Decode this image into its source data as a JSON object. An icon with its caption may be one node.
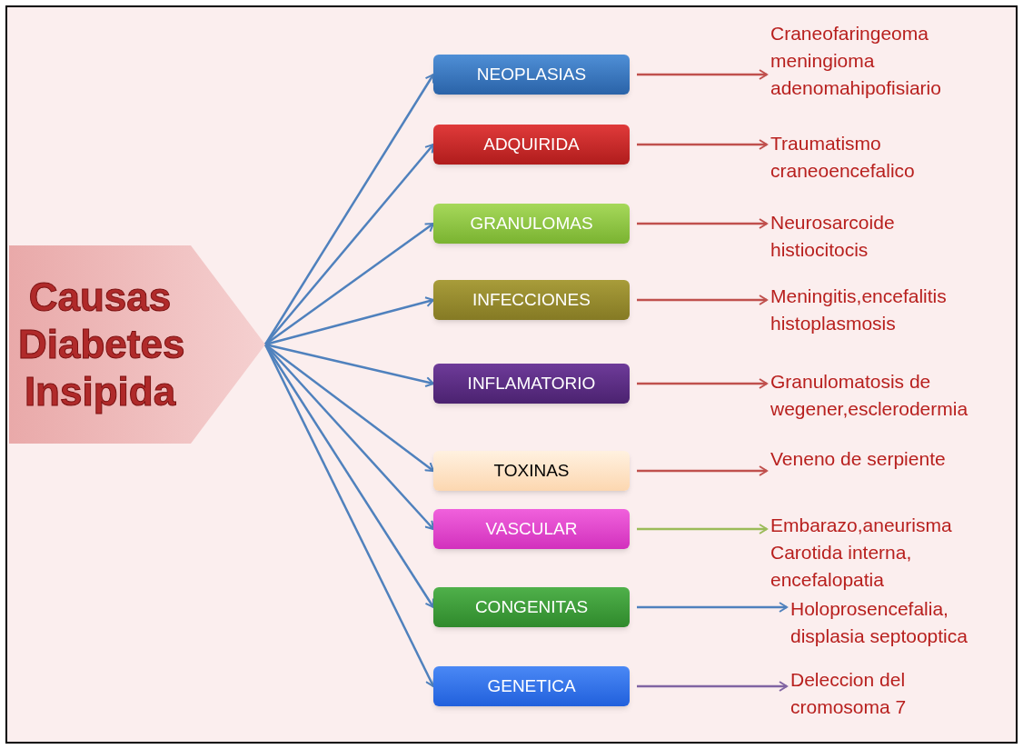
{
  "diagram": {
    "nodes": [
      {
        "text": [
          "Causas Diabetes Insipida"
        ]
      },
      {
        "text": [
          "NEOPLASIAS"
        ]
      },
      {
        "text": [
          "ADQUIRIDA"
        ]
      },
      {
        "text": [
          "GRANULOMAS"
        ]
      },
      {
        "text": [
          "INFECCIONES"
        ]
      },
      {
        "text": [
          "INFLAMATORIO"
        ]
      },
      {
        "text": [
          "TOXINAS"
        ]
      },
      {
        "text": [
          "VASCULAR"
        ]
      },
      {
        "text": [
          "CONGENITAS"
        ]
      },
      {
        "text": [
          "GENETICA"
        ]
      },
      {
        "text": [
          "Craneofaringeoma meningioma adenomahipofisiario"
        ]
      },
      {
        "text": [
          "Traumatismo craneoencefalico"
        ]
      },
      {
        "text": [
          "Neurosarcoide histiocitocis"
        ]
      },
      {
        "text": [
          "Meningitis,encefalitis histoplasmosis"
        ]
      },
      {
        "text": [
          "Granulomatosis de wegener,esclerodermia"
        ]
      },
      {
        "text": [
          "Veneno de serpiente"
        ]
      },
      {
        "text": [
          "Embarazo,aneurisma Carotida interna, encefalopatia"
        ]
      },
      {
        "text": [
          "Holoprosencefalia, displasia septooptica"
        ]
      },
      {
        "text": [
          "Deleccion del cromosoma 7"
        ]
      }
    ],
    "edges": [
      {
        "from": 0,
        "to": 1,
        "arrow": "to"
      },
      {
        "from": 0,
        "to": 2,
        "arrow": "to"
      },
      {
        "from": 0,
        "to": 3,
        "arrow": "to"
      },
      {
        "from": 0,
        "to": 4,
        "arrow": "to"
      },
      {
        "from": 0,
        "to": 5,
        "arrow": "to"
      },
      {
        "from": 0,
        "to": 6,
        "arrow": "to"
      },
      {
        "from": 0,
        "to": 7,
        "arrow": "to"
      },
      {
        "from": 0,
        "to": 8,
        "arrow": "to"
      },
      {
        "from": 0,
        "to": 9,
        "arrow": "to"
      },
      {
        "from": 1,
        "to": 10,
        "arrow": "to",
        "color": "#c0504d"
      },
      {
        "from": 2,
        "to": 11,
        "arrow": "to",
        "color": "#c0504d"
      },
      {
        "from": 3,
        "to": 12,
        "arrow": "to",
        "color": "#c0504d"
      },
      {
        "from": 4,
        "to": 13,
        "arrow": "to",
        "color": "#c0504d"
      },
      {
        "from": 5,
        "to": 14,
        "arrow": "to",
        "color": "#c0504d"
      },
      {
        "from": 6,
        "to": 15,
        "arrow": "to",
        "color": "#c0504d"
      },
      {
        "from": 7,
        "to": 16,
        "arrow": "to",
        "color": "#9bbb59"
      },
      {
        "from": 8,
        "to": 17,
        "arrow": "to"
      },
      {
        "from": 9,
        "to": 18,
        "arrow": "to",
        "color": "#8064a2"
      }
    ]
  }
}
